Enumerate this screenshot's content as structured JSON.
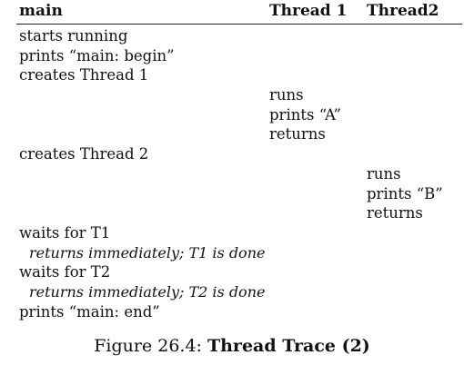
{
  "table": {
    "headers": {
      "main": "main",
      "thread1": "Thread 1",
      "thread2": "Thread2"
    },
    "rows": [
      {
        "main": "starts running"
      },
      {
        "main": "prints “main: begin”"
      },
      {
        "main": "creates Thread 1"
      },
      {
        "t1": "runs"
      },
      {
        "t1": "prints “A”"
      },
      {
        "t1": "returns"
      },
      {
        "main": "creates Thread 2"
      },
      {
        "t2": "runs"
      },
      {
        "t2": "prints “B”"
      },
      {
        "t2": "returns"
      },
      {
        "main": "waits for T1"
      },
      {
        "note": "returns immediately; T1 is done"
      },
      {
        "main": "waits for T2"
      },
      {
        "note": "returns immediately; T2 is done"
      },
      {
        "main": "prints “main: end”"
      }
    ]
  },
  "caption": {
    "prefix": "Figure 26.4:",
    "title": "Thread Trace (2)"
  }
}
